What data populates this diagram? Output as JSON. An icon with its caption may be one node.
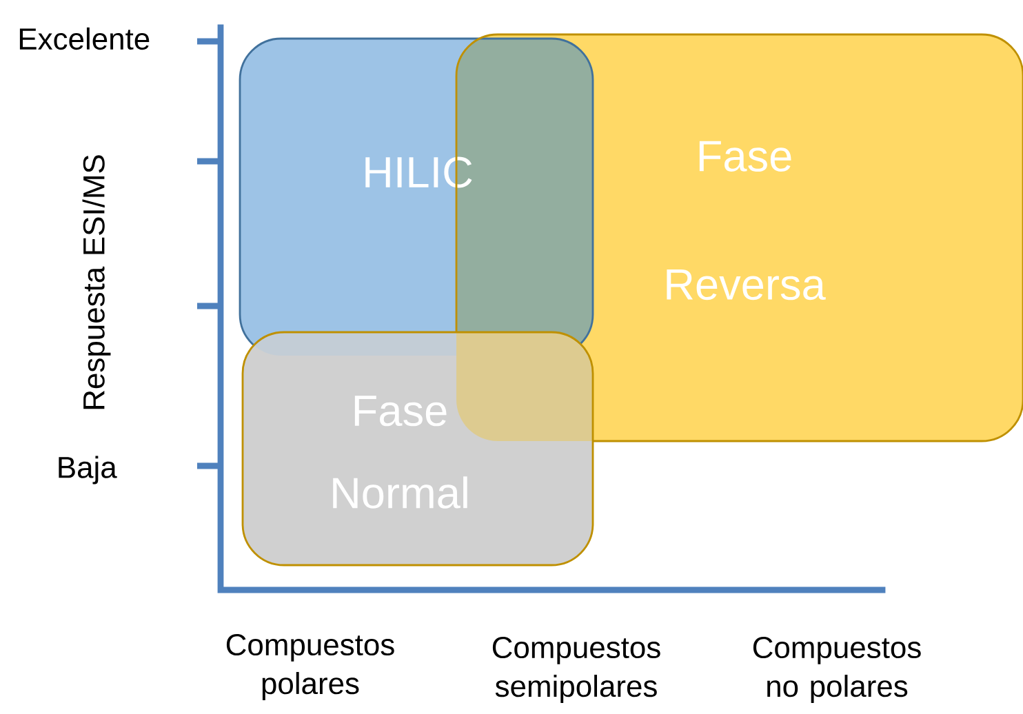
{
  "diagram": {
    "nodes": [
      {
        "text": [
          "HILIC"
        ]
      },
      {
        "text": [
          "Fase Reversa"
        ]
      },
      {
        "text": [
          "Fase Normal"
        ]
      }
    ],
    "labels": [
      "Excelente",
      "Respuesta ESI/MS",
      "Baja",
      "Compuestos polares",
      "Compuestos semipolares",
      "Compuestos no polares"
    ]
  }
}
